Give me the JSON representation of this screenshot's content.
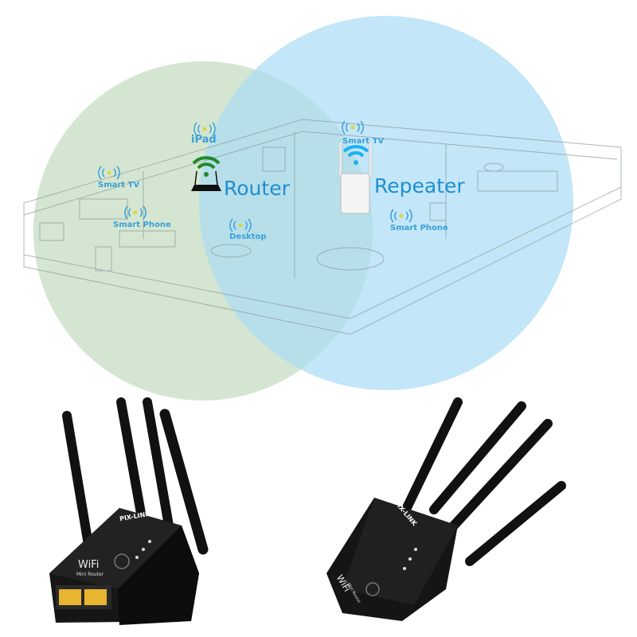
{
  "diagram": {
    "router_label": "Router",
    "repeater_label": "Repeater",
    "devices": [
      {
        "label": "Smart TV",
        "zone": "router"
      },
      {
        "label": "iPad",
        "zone": "router"
      },
      {
        "label": "Smart Phone",
        "zone": "router"
      },
      {
        "label": "Desktop",
        "zone": "overlap"
      },
      {
        "label": "Smart TV",
        "zone": "repeater"
      },
      {
        "label": "Smart Phone",
        "zone": "repeater"
      }
    ],
    "colors": {
      "router_zone": "#cfe3cc",
      "repeater_zone": "#bfe3f7",
      "router_wifi": "#1f8a2a",
      "repeater_wifi": "#1ab0f0",
      "label": "#1e8fd0"
    }
  },
  "products": [
    {
      "brand": "PIX-LINK",
      "wifi_mark": "WiFi",
      "subtitle": "Mini Router",
      "view": "front"
    },
    {
      "brand": "PIX-LINK",
      "wifi_mark": "WiFi",
      "subtitle": "Mini Router",
      "view": "angled"
    }
  ]
}
